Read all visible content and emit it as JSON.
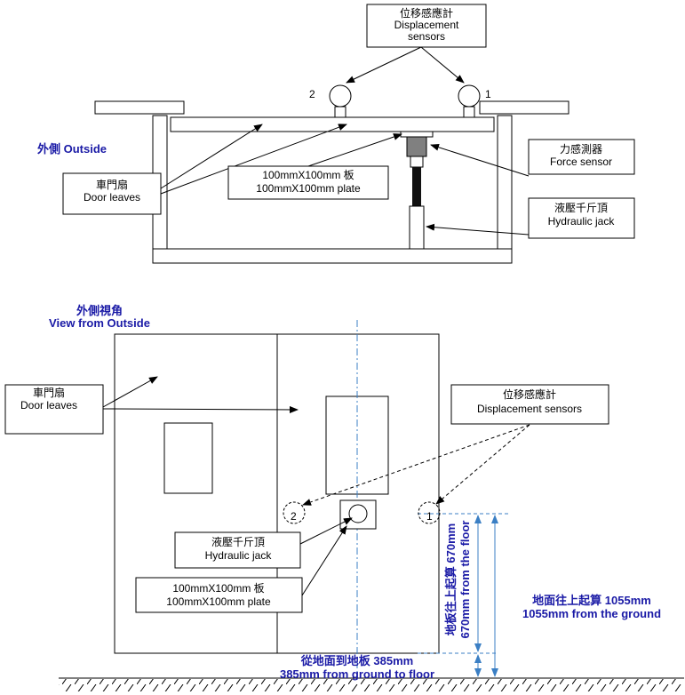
{
  "colors": {
    "accent_blue": "#1a1aa6",
    "dim_blue": "#3b7fc4",
    "sensor_gray": "#808080",
    "jack_black": "#111111"
  },
  "top": {
    "displacement_sensors": {
      "line1": "位移感應計",
      "line2": "Displacement",
      "line3": "sensors"
    },
    "sensor_num_2": "2",
    "sensor_num_1": "1",
    "outside": "外側 Outside",
    "door_leaves": {
      "line1": "車門扇",
      "line2": "Door leaves"
    },
    "plate": {
      "line1": "100mmX100mm 板",
      "line2": "100mmX100mm plate"
    },
    "force_sensor": {
      "line1": "力感測器",
      "line2": "Force sensor"
    },
    "hydraulic_jack": {
      "line1": "液壓千斤頂",
      "line2": "Hydraulic jack"
    }
  },
  "bottom": {
    "view": {
      "line1": "外側視角",
      "line2": "View from Outside"
    },
    "door_leaves": {
      "line1": "車門扇",
      "line2": "Door leaves"
    },
    "displacement_sensors": {
      "line1": "位移感應計",
      "line2": "Displacement sensors"
    },
    "sensor_num_2": "2",
    "sensor_num_1": "1",
    "hydraulic_jack": {
      "line1": "液壓千斤頂",
      "line2": "Hydraulic jack"
    },
    "plate": {
      "line1": "100mmX100mm 板",
      "line2": "100mmX100mm plate"
    },
    "from_floor": {
      "line1": "地板往上起算 670mm",
      "line2": "670mm from the floor"
    },
    "from_ground": {
      "line1": "地面往上起算 1055mm",
      "line2": "1055mm from the ground"
    },
    "ground_to_floor": {
      "line1": "從地面到地板 385mm",
      "line2": "385mm from ground to floor"
    }
  }
}
